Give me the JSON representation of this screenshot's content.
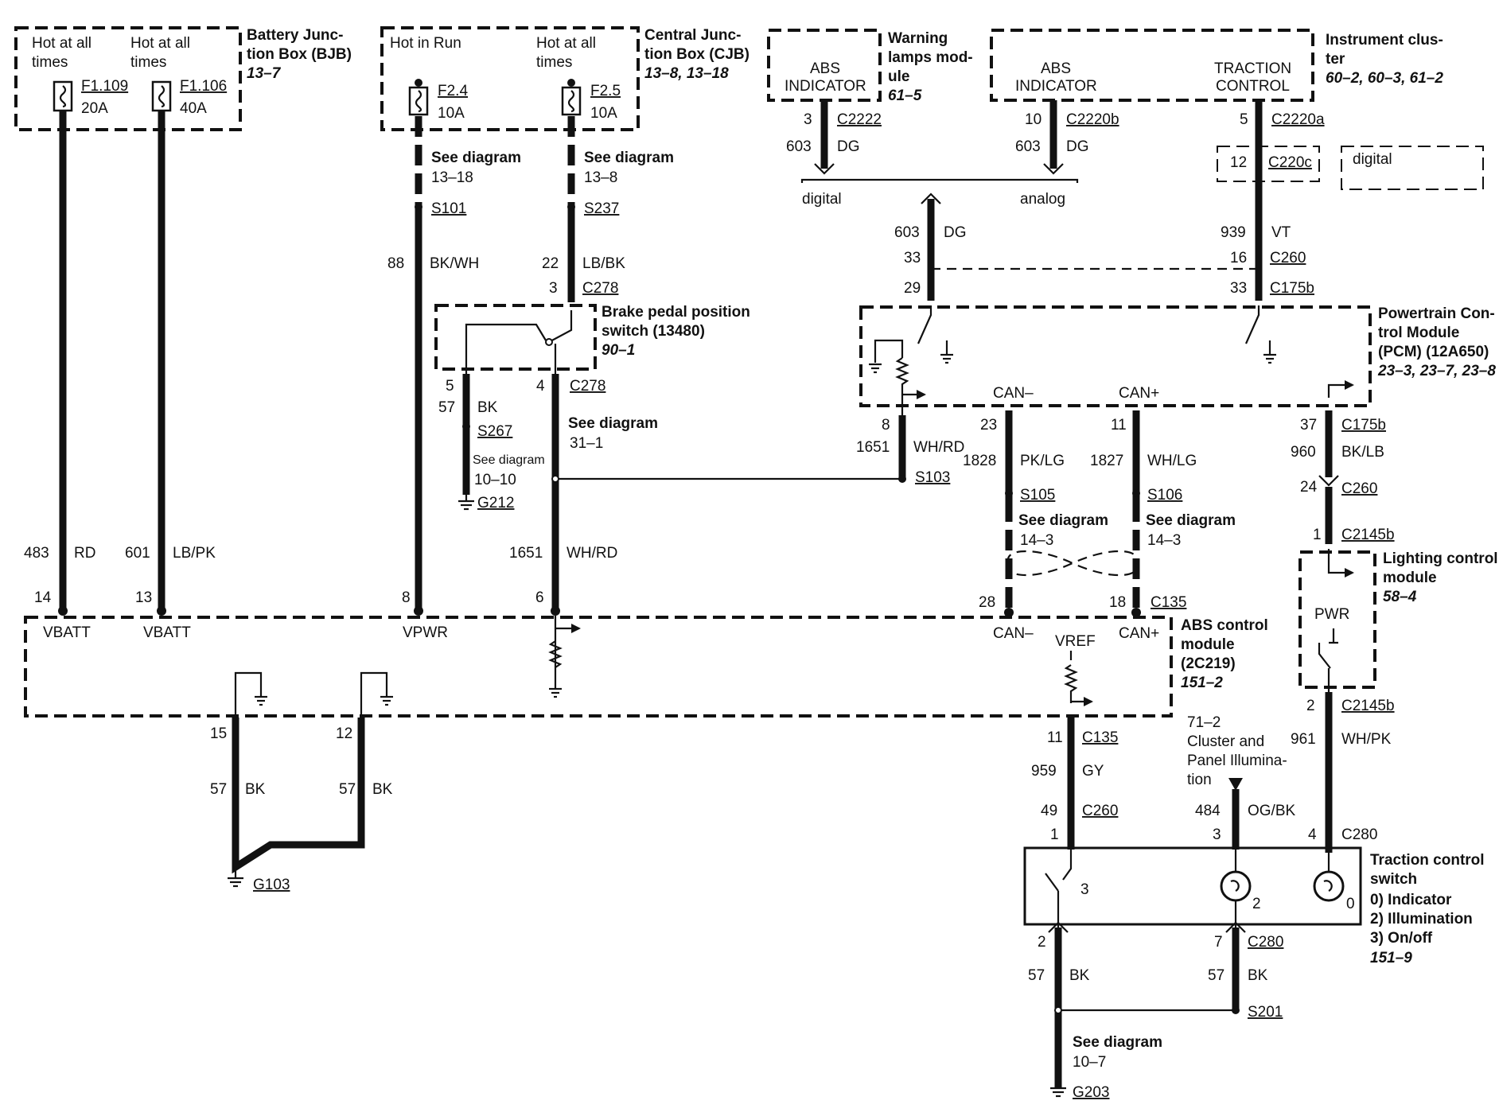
{
  "labels": {
    "bjb_title1": "Battery Junc-",
    "bjb_title2": "tion Box (BJB)",
    "bjb_ref": "13–7",
    "bjb_hot1a": "Hot at all",
    "bjb_hot1b": "times",
    "bjb_hot2a": "Hot at all",
    "bjb_hot2b": "times",
    "f1109": "F1.109",
    "f1109_a": "20A",
    "f1106": "F1.106",
    "f1106_a": "40A",
    "cjb_title1": "Central Junc-",
    "cjb_title2": "tion Box (CJB)",
    "cjb_ref": "13–8, 13–18",
    "cjb_run": "Hot in Run",
    "cjb_hot_a": "Hot at all",
    "cjb_hot_b": "times",
    "f24": "F2.4",
    "f24_a": "10A",
    "f25": "F2.5",
    "f25_a": "10A",
    "wlm_title1": "Warning",
    "wlm_title2": "lamps mod-",
    "wlm_title3": "ule",
    "wlm_ref": "61–5",
    "abs_ind": "ABS",
    "indicator": "INDICATOR",
    "ic_title1": "Instrument clus-",
    "ic_title2": "ter",
    "ic_ref": "60–2, 60–3, 61–2",
    "traction": "TRACTION",
    "control": "CONTROL",
    "digital": "digital",
    "analog": "analog",
    "see_diagram": "See diagram",
    "sd_1318": "13–18",
    "sd_138": "13–8",
    "sd_311": "31–1",
    "sd_1010": "10–10",
    "sd_143": "14–3",
    "sd_107": "10–7",
    "s101": "S101",
    "s237": "S237",
    "s267": "S267",
    "s103": "S103",
    "s105": "S105",
    "s106": "S106",
    "s201": "S201",
    "c278": "C278",
    "c2222": "C2222",
    "c2220b": "C2220b",
    "c2220a": "C2220a",
    "c220c": "C220c",
    "c260": "C260",
    "c175b": "C175b",
    "c2145b": "C2145b",
    "c135": "C135",
    "c280": "C280",
    "g212": "G212",
    "g103": "G103",
    "g203": "G203",
    "bpp_title1": "Brake pedal position",
    "bpp_title2": "switch (13480)",
    "bpp_ref": "90–1",
    "pcm_title1": "Powertrain Con-",
    "pcm_title2": "trol Module",
    "pcm_title3": "(PCM) (12A650)",
    "pcm_ref": "23–3, 23–7, 23–8",
    "can_minus": "CAN–",
    "can_plus": "CAN+",
    "lcm_title1": "Lighting control",
    "lcm_title2": "module",
    "lcm_ref": "58–4",
    "pwr": "PWR",
    "abs_title1": "ABS control",
    "abs_title2": "module",
    "abs_title3": "(2C219)",
    "abs_ref": "151–2",
    "vbatt": "VBATT",
    "vpwr": "VPWR",
    "vref": "VREF",
    "cluster1": "71–2",
    "cluster2": "Cluster and",
    "cluster3": "Panel Illumina-",
    "cluster4": "tion",
    "tcs_title1": "Traction control",
    "tcs_title2": "switch",
    "tcs_l0": "0)   Indicator",
    "tcs_l2": "2)   Illumination",
    "tcs_l3": "3)   On/off",
    "tcs_ref": "151–9"
  },
  "wires": {
    "w483": "483",
    "rd": "RD",
    "w601": "601",
    "lbpk": "LB/PK",
    "w88": "88",
    "bkwh": "BK/WH",
    "w22": "22",
    "lbbk": "LB/BK",
    "w57": "57",
    "bk": "BK",
    "w1651": "1651",
    "whrd": "WH/RD",
    "w603": "603",
    "dg": "DG",
    "w939": "939",
    "vt": "VT",
    "w1828": "1828",
    "pklg": "PK/LG",
    "w1827": "1827",
    "whlg": "WH/LG",
    "w960": "960",
    "bklb": "BK/LB",
    "w961": "961",
    "whpk": "WH/PK",
    "w959": "959",
    "gy": "GY",
    "w484": "484",
    "ogbk": "OG/BK"
  },
  "pins": {
    "p1": "1",
    "p2": "2",
    "p3": "3",
    "p4": "4",
    "p5": "5",
    "p6": "6",
    "p7": "7",
    "p8": "8",
    "p10": "10",
    "p11": "11",
    "p12": "12",
    "p13": "13",
    "p14": "14",
    "p15": "15",
    "p16": "16",
    "p18": "18",
    "p23": "23",
    "p24": "24",
    "p28": "28",
    "p29": "29",
    "p33": "33",
    "p37": "37",
    "p49": "49",
    "p0": "0"
  }
}
